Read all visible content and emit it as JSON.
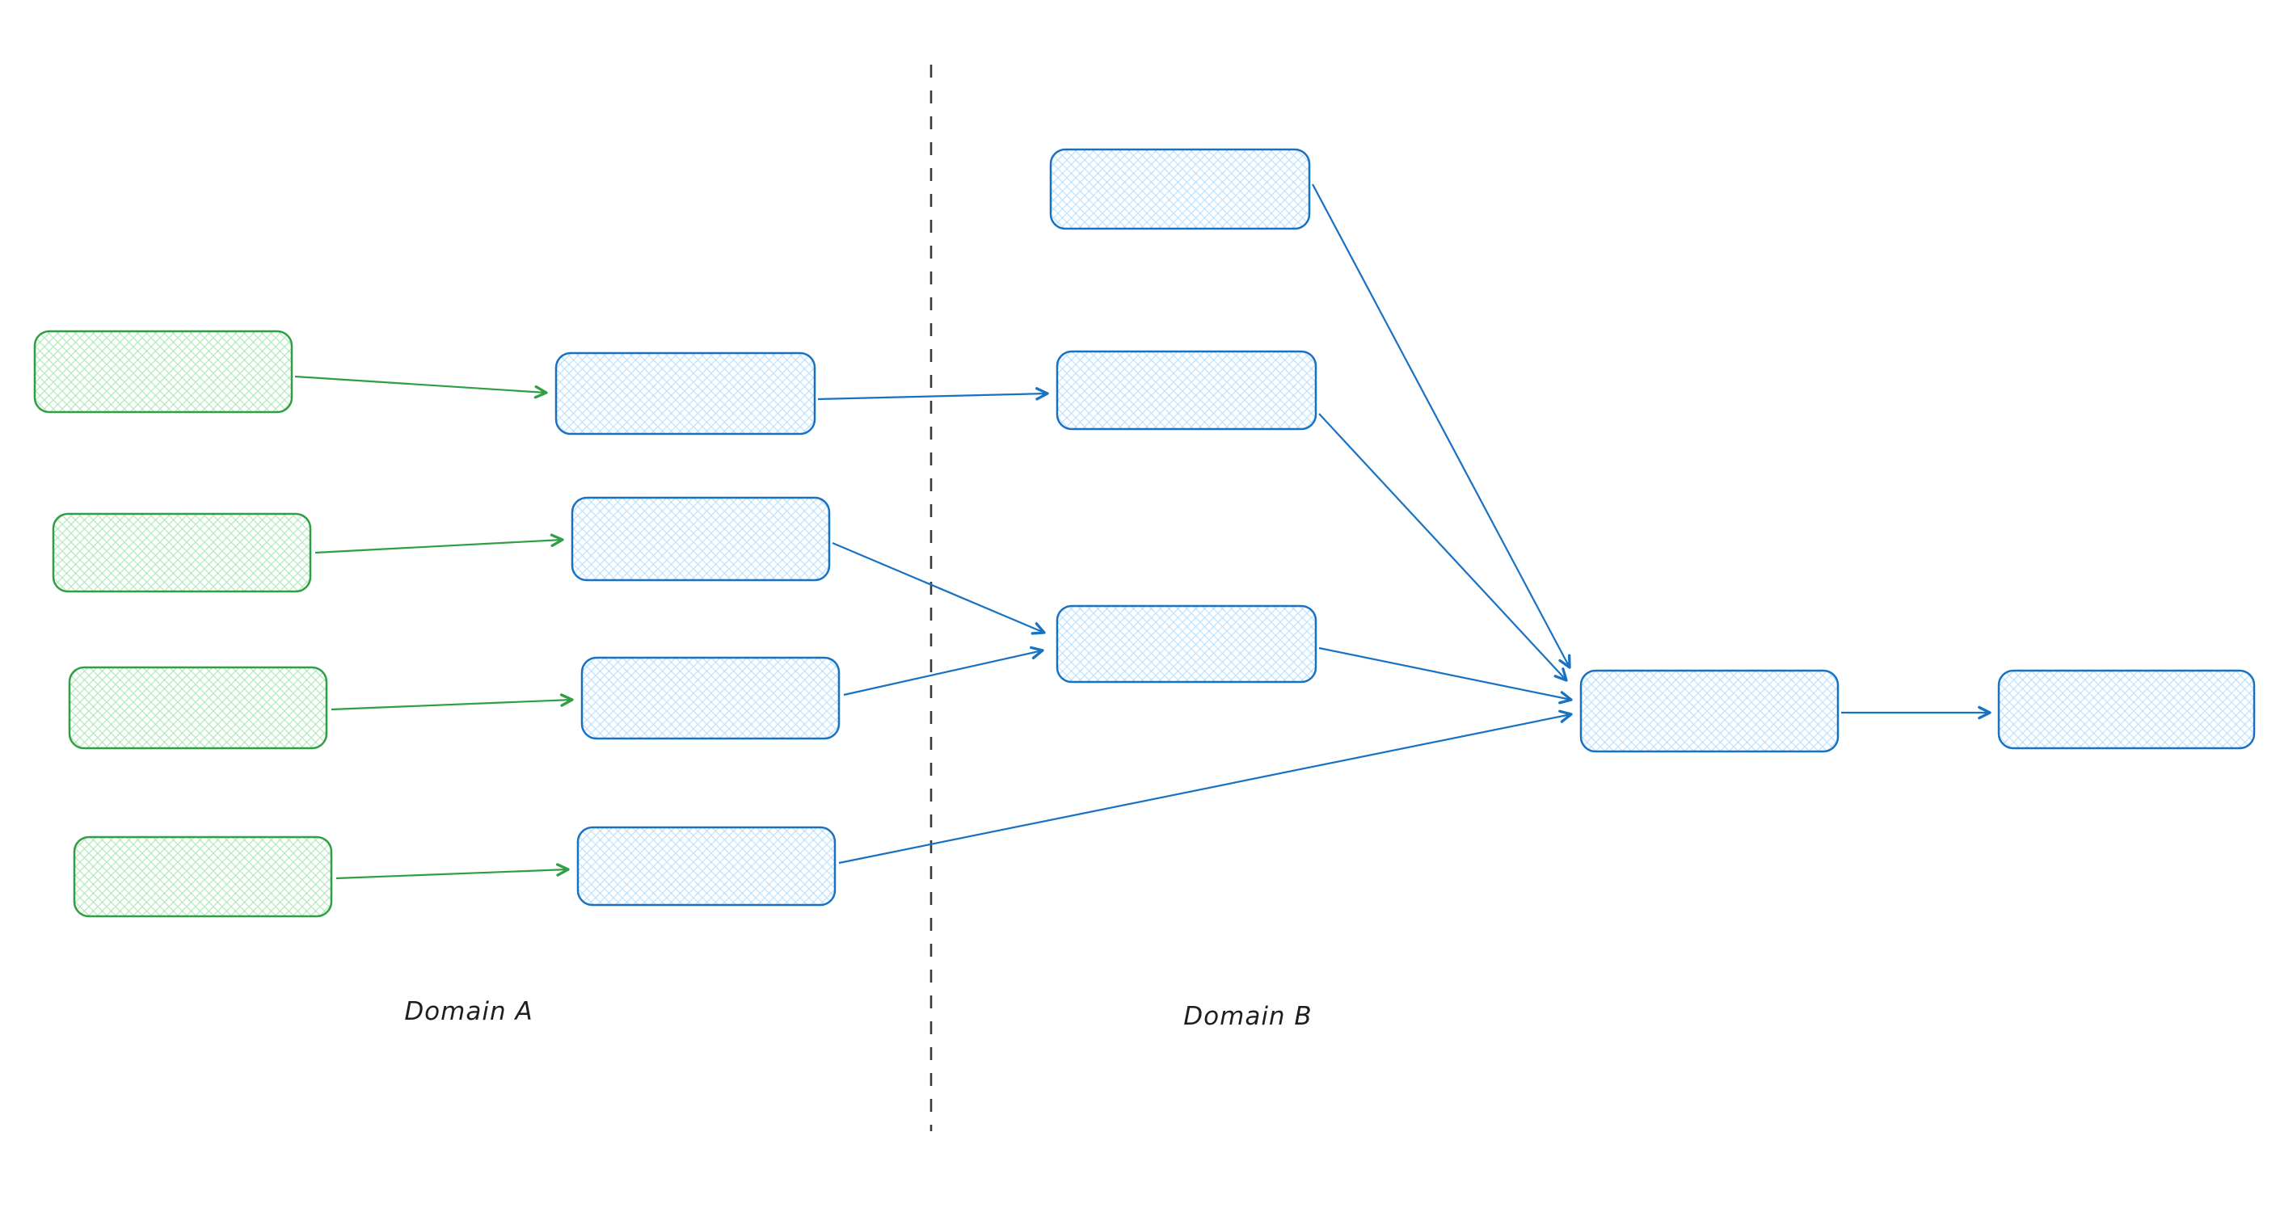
{
  "diagram": {
    "type": "flow-diagram",
    "background": "#ffffff",
    "labels": {
      "domain_a": "Domain A",
      "domain_b": "Domain B"
    },
    "colors": {
      "green_stroke": "#2f9e44",
      "green_hatch": "#96e3a7",
      "blue_stroke": "#1971c2",
      "blue_hatch": "#a5d8ff",
      "divider": "#343a40",
      "label_text": "#1e1e1e",
      "background": "#ffffff"
    },
    "nodes": [
      {
        "id": "green-1",
        "domain": "A",
        "color": "green",
        "text": ""
      },
      {
        "id": "green-2",
        "domain": "A",
        "color": "green",
        "text": ""
      },
      {
        "id": "green-3",
        "domain": "A",
        "color": "green",
        "text": ""
      },
      {
        "id": "green-4",
        "domain": "A",
        "color": "green",
        "text": ""
      },
      {
        "id": "blue-a1",
        "domain": "A",
        "color": "blue",
        "text": ""
      },
      {
        "id": "blue-a2",
        "domain": "A",
        "color": "blue",
        "text": ""
      },
      {
        "id": "blue-a3",
        "domain": "A",
        "color": "blue",
        "text": ""
      },
      {
        "id": "blue-a4",
        "domain": "A",
        "color": "blue",
        "text": ""
      },
      {
        "id": "blue-b1",
        "domain": "B",
        "color": "blue",
        "text": ""
      },
      {
        "id": "blue-b2",
        "domain": "B",
        "color": "blue",
        "text": ""
      },
      {
        "id": "blue-b3",
        "domain": "B",
        "color": "blue",
        "text": ""
      },
      {
        "id": "blue-merge",
        "domain": "B",
        "color": "blue",
        "text": ""
      },
      {
        "id": "blue-final",
        "domain": "B",
        "color": "blue",
        "text": ""
      }
    ],
    "edges": [
      {
        "from": "green-1",
        "to": "blue-a1",
        "color": "green"
      },
      {
        "from": "green-2",
        "to": "blue-a2",
        "color": "green"
      },
      {
        "from": "green-3",
        "to": "blue-a3",
        "color": "green"
      },
      {
        "from": "green-4",
        "to": "blue-a4",
        "color": "green"
      },
      {
        "from": "blue-a1",
        "to": "blue-b2",
        "color": "blue"
      },
      {
        "from": "blue-a2",
        "to": "blue-b3",
        "color": "blue"
      },
      {
        "from": "blue-a3",
        "to": "blue-b3",
        "color": "blue"
      },
      {
        "from": "blue-a4",
        "to": "blue-merge",
        "color": "blue"
      },
      {
        "from": "blue-b1",
        "to": "blue-merge",
        "color": "blue"
      },
      {
        "from": "blue-b2",
        "to": "blue-merge",
        "color": "blue"
      },
      {
        "from": "blue-b3",
        "to": "blue-merge",
        "color": "blue"
      },
      {
        "from": "blue-merge",
        "to": "blue-final",
        "color": "blue"
      }
    ]
  }
}
